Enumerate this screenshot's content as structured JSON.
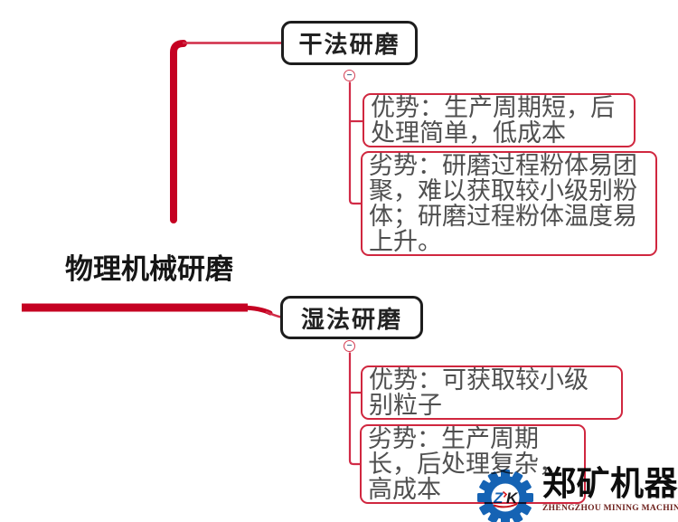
{
  "root": {
    "label": "物理机械研磨"
  },
  "branches": [
    {
      "label": "干法研磨",
      "collapse_glyph": "−",
      "children": [
        {
          "kind": "advantage",
          "text": "优势：生产周期短，后\n处理简单，低成本"
        },
        {
          "kind": "disadvantage",
          "text": "劣势：研磨过程粉体易团\n聚，难以获取较小级别粉\n体；研磨过程粉体温度易\n上升。"
        }
      ]
    },
    {
      "label": "湿法研磨",
      "collapse_glyph": "−",
      "children": [
        {
          "kind": "advantage",
          "text": "优势：可获取较小级\n别粒子"
        },
        {
          "kind": "disadvantage",
          "text": "劣势：生产周期\n长，后处理复杂，\n高成本"
        }
      ]
    }
  ],
  "logo": {
    "monogram_z": "Z",
    "monogram_k": "K",
    "name": "郑矿机器",
    "subtitle": "ZHENGZHOU MINING MACHINERY"
  },
  "colors": {
    "branch_thick": "#c50122",
    "branch_thin": "#d12b47",
    "box_border": "#d0273f",
    "node_border": "#1d1d1d",
    "detail_text": "#4f4f4f",
    "logo_blue": "#1563b4",
    "logo_red": "#c8151c"
  }
}
